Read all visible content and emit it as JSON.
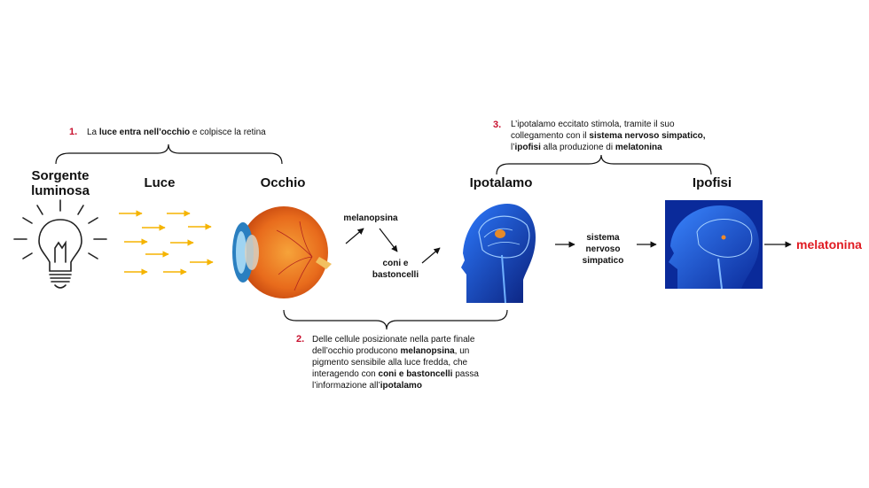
{
  "steps": {
    "s1": {
      "number": "1.",
      "text_parts": [
        {
          "t": "La ",
          "b": false
        },
        {
          "t": "luce entra nell’occhio",
          "b": true
        },
        {
          "t": " e colpisce la retina",
          "b": false
        }
      ]
    },
    "s2": {
      "number": "2.",
      "lines": [
        [
          {
            "t": "Delle cellule posizionate nella parte finale",
            "b": false
          }
        ],
        [
          {
            "t": "dell’occhio producono ",
            "b": false
          },
          {
            "t": "melanopsina",
            "b": true
          },
          {
            "t": ", un",
            "b": false
          }
        ],
        [
          {
            "t": "pigmento sensibile alla luce fredda, che",
            "b": false
          }
        ],
        [
          {
            "t": "interagendo con ",
            "b": false
          },
          {
            "t": "coni e bastoncelli",
            "b": true
          },
          {
            "t": " passa",
            "b": false
          }
        ],
        [
          {
            "t": "l’informazione all’",
            "b": false
          },
          {
            "t": "ipotalamo",
            "b": true
          }
        ]
      ]
    },
    "s3": {
      "number": "3.",
      "lines": [
        [
          {
            "t": "L’ipotalamo eccitato stimola, tramite il suo",
            "b": false
          }
        ],
        [
          {
            "t": "collegamento con il ",
            "b": false
          },
          {
            "t": "sistema nervoso simpatico,",
            "b": true
          }
        ],
        [
          {
            "t": "l’",
            "b": false
          },
          {
            "t": "ipofisi",
            "b": true
          },
          {
            "t": " alla produzione di ",
            "b": false
          },
          {
            "t": "melatonina",
            "b": true
          }
        ]
      ]
    }
  },
  "labels": {
    "source": "Sorgente luminosa",
    "light": "Luce",
    "eye": "Occhio",
    "hypothalamus": "Ipotalamo",
    "pituitary": "Ipofisi"
  },
  "nodes": {
    "melanopsin": "melanopsina",
    "cones": "coni e bastoncelli",
    "sympathetic": "sistema nervoso simpatico",
    "melatonin": "melatonina"
  },
  "colors": {
    "accent_red": "#c8102e",
    "light_arrow": "#f5b400",
    "head_blue": "#1040c0",
    "iris": "#2a7fc0"
  },
  "icons": {
    "bulb": "lightbulb-icon",
    "eye": "eye-anatomy-icon",
    "head1": "brain-head-icon",
    "head2": "pituitary-head-icon"
  }
}
